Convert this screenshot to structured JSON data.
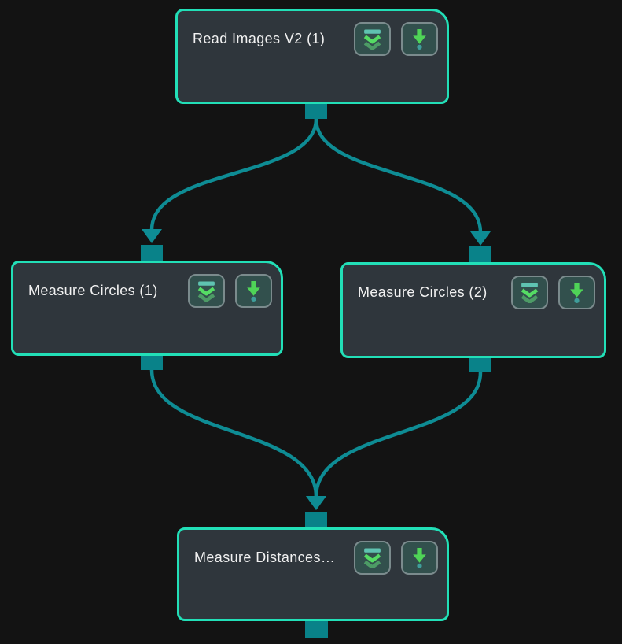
{
  "app": {
    "view": "program-editor-graph"
  },
  "theme": {
    "background": "#131313",
    "node_fill": "#2f363c",
    "node_border": "#22dfb7",
    "connector_color": "#0e8c94",
    "port_color": "#098289",
    "title_color": "#f2f2f2",
    "button_fill": "#32504d",
    "button_border": "#7b8b8d",
    "icon_bar_teal": "#5fc3b1",
    "icon_chevron_bright_green": "#55dc64",
    "icon_chevron_dim_green": "#4d9b66",
    "run_arrow_green": "#4fd457",
    "run_dot_teal": "#3f9e9b"
  },
  "nodes": [
    {
      "id": "read-images-v2-1",
      "title": "Read Images V2 (1)",
      "buttons": [
        {
          "name": "expand-node-button",
          "icon": "double-chevron-down-icon"
        },
        {
          "name": "run-node-button",
          "icon": "run-arrow-down-icon"
        }
      ],
      "ports": [
        "output-bottom"
      ]
    },
    {
      "id": "measure-circles-1",
      "title": "Measure Circles (1)",
      "buttons": [
        {
          "name": "expand-node-button",
          "icon": "double-chevron-down-icon"
        },
        {
          "name": "run-node-button",
          "icon": "run-arrow-down-icon"
        }
      ],
      "ports": [
        "input-top",
        "output-bottom"
      ]
    },
    {
      "id": "measure-circles-2",
      "title": "Measure Circles (2)",
      "buttons": [
        {
          "name": "expand-node-button",
          "icon": "double-chevron-down-icon"
        },
        {
          "name": "run-node-button",
          "icon": "run-arrow-down-icon"
        }
      ],
      "ports": [
        "input-top",
        "output-bottom"
      ]
    },
    {
      "id": "measure-distances",
      "title": "Measure Distances…",
      "buttons": [
        {
          "name": "expand-node-button",
          "icon": "double-chevron-down-icon"
        },
        {
          "name": "run-node-button",
          "icon": "run-arrow-down-icon"
        }
      ],
      "ports": [
        "input-top",
        "output-bottom"
      ]
    }
  ],
  "connections": [
    {
      "from": "read-images-v2-1",
      "to": "measure-circles-1"
    },
    {
      "from": "read-images-v2-1",
      "to": "measure-circles-2"
    },
    {
      "from": "measure-circles-1",
      "to": "measure-distances"
    },
    {
      "from": "measure-circles-2",
      "to": "measure-distances"
    }
  ]
}
